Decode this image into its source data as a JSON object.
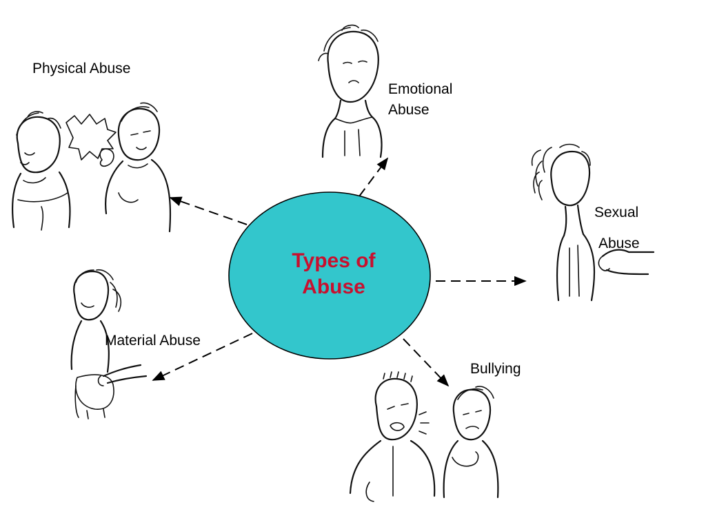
{
  "diagram": {
    "center": {
      "line1": "Types of",
      "line2": "Abuse",
      "fill_color": "#33c6cc",
      "text_color": "#c8102e"
    },
    "categories": [
      {
        "id": "physical",
        "label": "Physical Abuse"
      },
      {
        "id": "emotional",
        "line1": "Emotional",
        "line2": "Abuse"
      },
      {
        "id": "sexual",
        "line1": "Sexual",
        "line2": "Abuse"
      },
      {
        "id": "material",
        "label": "Material Abuse"
      },
      {
        "id": "bullying",
        "label": "Bullying"
      }
    ]
  }
}
